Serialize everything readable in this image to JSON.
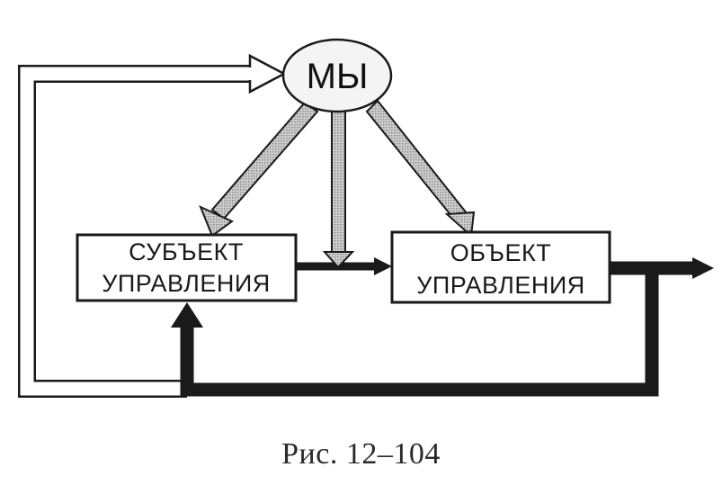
{
  "diagram": {
    "we_node": {
      "label": "МЫ"
    },
    "subject_box": {
      "line1": "СУБЪЕКТ",
      "line2": "УПРАВЛЕНИЯ"
    },
    "object_box": {
      "line1": "ОБЪЕКТ",
      "line2": "УПРАВЛЕНИЯ"
    }
  },
  "caption": "Рис. 12–104",
  "colors": {
    "background": "#ffffff",
    "ink": "#1a1a1a",
    "hatched_fill": "#b8b8b8"
  }
}
